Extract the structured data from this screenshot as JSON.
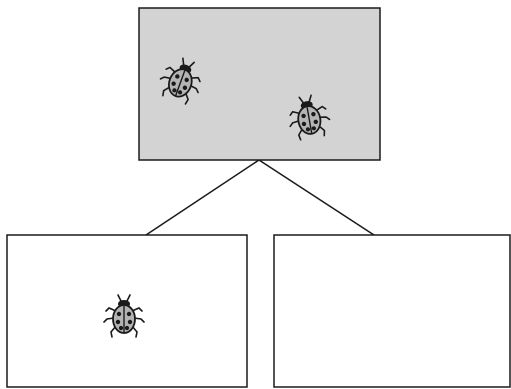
{
  "diagram": {
    "colors": {
      "parent_fill": "#d3d3d3",
      "child_fill": "#ffffff",
      "stroke": "#1a1a1a",
      "beetle_shell": "#b4b4b4",
      "beetle_dark": "#1a1a1a"
    },
    "parent": {
      "name": "parent-box",
      "beetle_count": 2
    },
    "children": [
      {
        "name": "left-child-box",
        "beetle_count": 1
      },
      {
        "name": "right-child-box",
        "beetle_count": 0
      }
    ],
    "icon": "ladybug-icon"
  }
}
